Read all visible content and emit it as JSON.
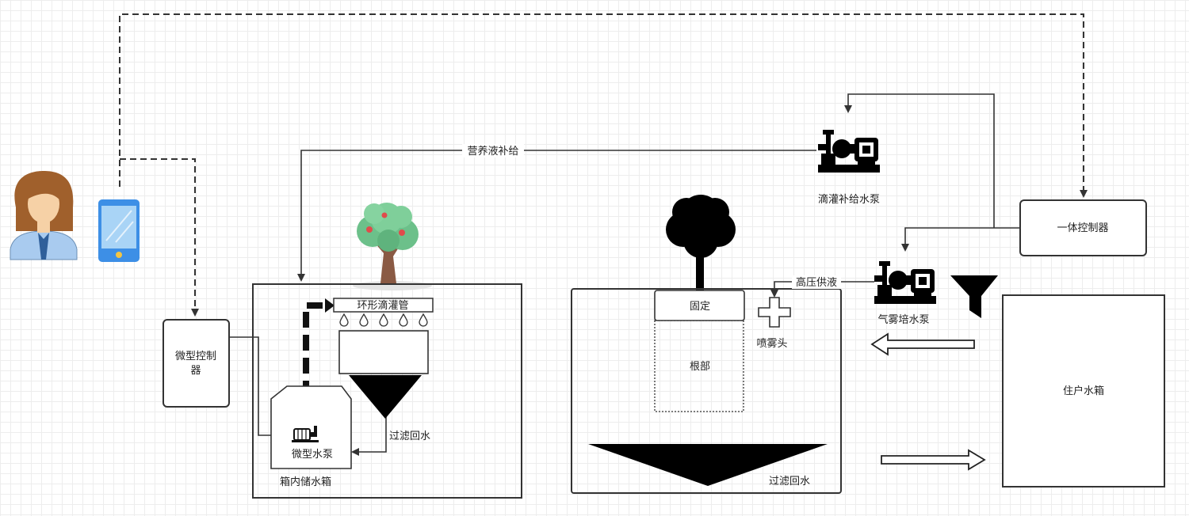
{
  "labels": {
    "nutrient_supply": "营养液补给",
    "drip_pump": "滴灌补给水泵",
    "integrated_controller": "一体控制器",
    "micro_controller_line1": "微型控制",
    "micro_controller_line2": "器",
    "ring_drip_pipe": "环形滴灌管",
    "micro_pump": "微型水泵",
    "filter_return_left": "过滤回水",
    "inner_tank": "箱内储水箱",
    "fixed": "固定",
    "roots": "根部",
    "high_pressure_supply": "高压供液",
    "spray_nozzle": "喷雾头",
    "aero_pump": "气雾培水泵",
    "filter_return_right": "过滤回水",
    "resident_tank": "住户水箱"
  },
  "icons": [
    "user-avatar-icon",
    "phone-icon",
    "apple-tree-icon",
    "tree-silhouette-icon",
    "pump-icon",
    "funnel-icon",
    "water-drop-icon"
  ],
  "colors": {
    "line": "#333333",
    "tree_leaf": "#6cc08a",
    "tree_trunk": "#8a5a44",
    "fruit": "#e04b4b",
    "phone": "#3d8fe6",
    "hair": "#a0602c",
    "skin": "#f6d1a6",
    "shirt": "#a9cbef"
  }
}
